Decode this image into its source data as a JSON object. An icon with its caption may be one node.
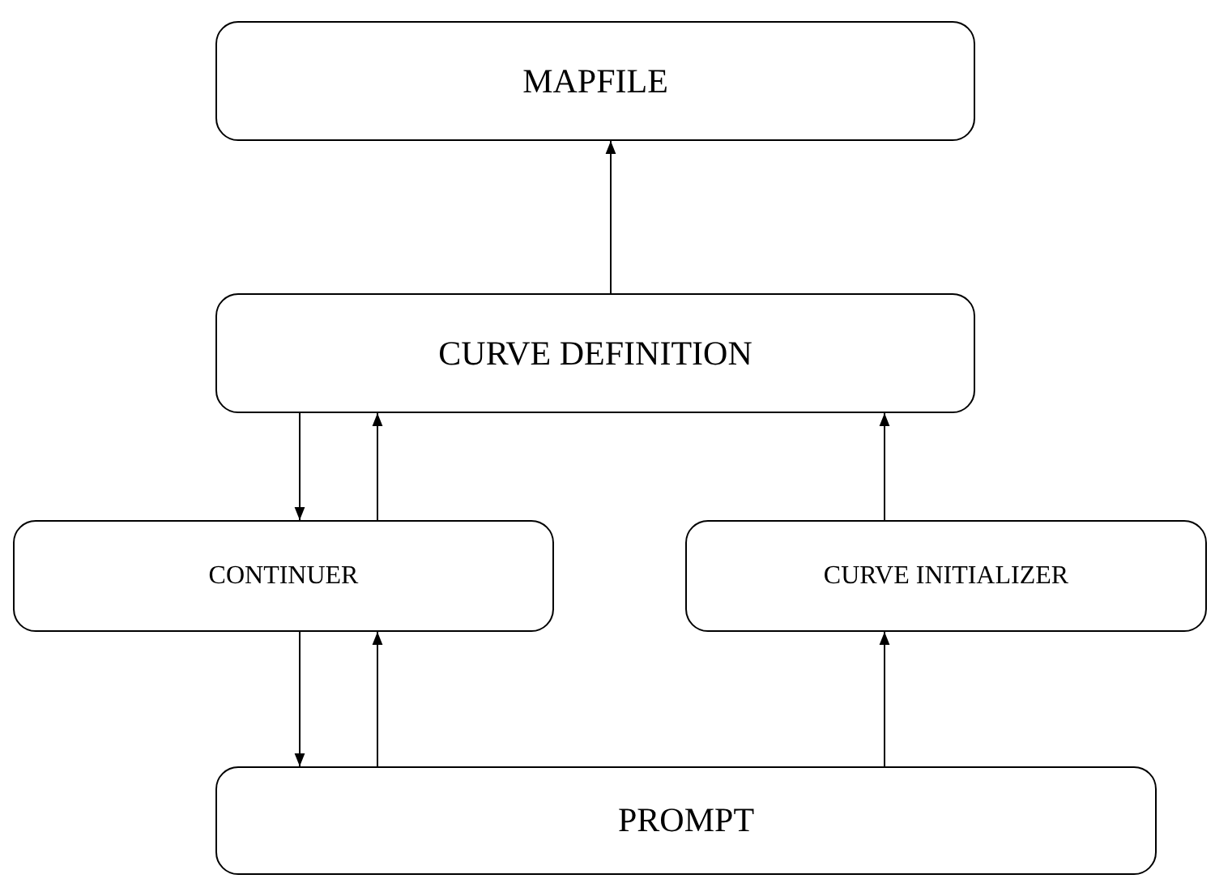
{
  "diagram": {
    "nodes": [
      {
        "text": [
          "MAPFILE"
        ]
      },
      {
        "text": [
          "CURVE DEFINITION"
        ]
      },
      {
        "text": [
          "CONTINUER"
        ]
      },
      {
        "text": [
          "CURVE INITIALIZER"
        ]
      },
      {
        "text": [
          "PROMPT"
        ]
      }
    ],
    "edges": [
      {
        "from": 1,
        "to": 0,
        "arrow": "to"
      },
      {
        "from": 1,
        "to": 2,
        "arrow": "to"
      },
      {
        "from": 2,
        "to": 1,
        "arrow": "to"
      },
      {
        "from": 3,
        "to": 1,
        "arrow": "to"
      },
      {
        "from": 2,
        "to": 4,
        "arrow": "to"
      },
      {
        "from": 4,
        "to": 2,
        "arrow": "to"
      },
      {
        "from": 4,
        "to": 3,
        "arrow": "to"
      }
    ]
  }
}
